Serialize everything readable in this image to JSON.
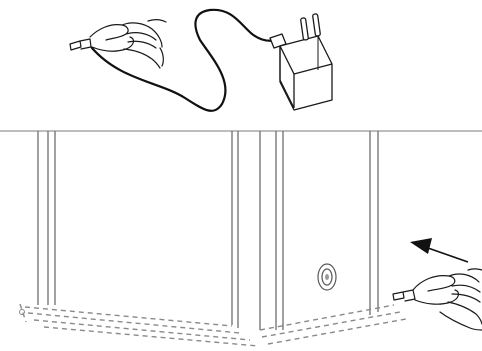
{
  "diagram": {
    "type": "line-illustration",
    "steps": [
      {
        "part": "top",
        "depicts": [
          "hand-holding-plug",
          "power-cable",
          "wall-adapter"
        ]
      },
      {
        "part": "bottom",
        "depicts": [
          "cabinet-with-panels",
          "dc-jack",
          "hand-inserting-plug",
          "insertion-arrow"
        ]
      }
    ]
  },
  "colors": {
    "background": "#ffffff",
    "ink": "#1a1a1a",
    "cable": "#111111",
    "divider": "#bdbdbd",
    "panel_stroke": "#6e6e6e",
    "floor_hatch": "#8a8a8a"
  }
}
